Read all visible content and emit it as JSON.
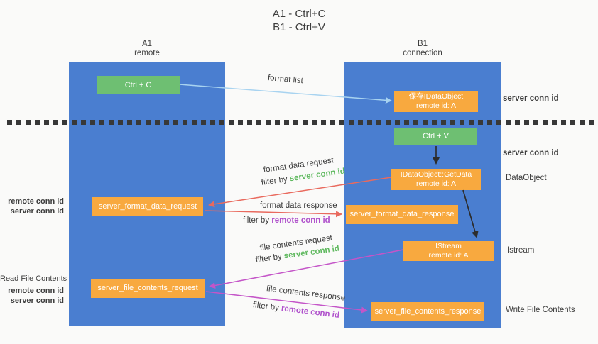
{
  "title": {
    "line1": "A1 - Ctrl+C",
    "line2": "B1 - Ctrl+V"
  },
  "columns": {
    "left": {
      "name": "A1",
      "subtitle": "remote"
    },
    "right": {
      "name": "B1",
      "subtitle": "connection"
    }
  },
  "nodes": {
    "ctrl_c": {
      "label": "Ctrl + C"
    },
    "ctrl_v": {
      "label": "Ctrl + V"
    },
    "save_dataobject": {
      "line1": "保存IDataObject",
      "line2": "remote id: A"
    },
    "getdata": {
      "line1": "IDataObject::GetData",
      "line2": "remote id: A"
    },
    "istream": {
      "line1": "IStream",
      "line2": "remote id: A"
    },
    "server_format_data_request": {
      "label": "server_format_data_request"
    },
    "server_format_data_response": {
      "label": "server_format_data_response"
    },
    "server_file_contents_request": {
      "label": "server_file_contents_request"
    },
    "server_file_contents_response": {
      "label": "server_file_contents_response"
    }
  },
  "arrow_labels": {
    "format_list": "format list",
    "format_data_request": "format data request",
    "format_data_response": "format data response",
    "file_contents_request": "file contents request",
    "file_contents_response": "file contents response",
    "filter_by": "filter by",
    "server_conn_id": "server conn id",
    "remote_conn_id": "remote conn id"
  },
  "side_labels": {
    "server_conn_id": "server conn id",
    "remote_conn_id": "remote conn id",
    "dataobject": "DataObject",
    "istream": "Istream",
    "read_file_contents": "Read File Contents",
    "write_file_contents": "Write File Contents"
  },
  "colors": {
    "column_blue": "#4a7ed0",
    "box_green": "#6ebf72",
    "box_orange": "#f8a93f",
    "arrow_lightblue": "#a8d3f0",
    "arrow_red": "#e96a5e",
    "arrow_magenta": "#c455c8",
    "arrow_black": "#2d2d2d",
    "text_green": "#5fb95f",
    "text_purple": "#b052cc",
    "divider": "#383838",
    "background": "#fafaf9"
  }
}
